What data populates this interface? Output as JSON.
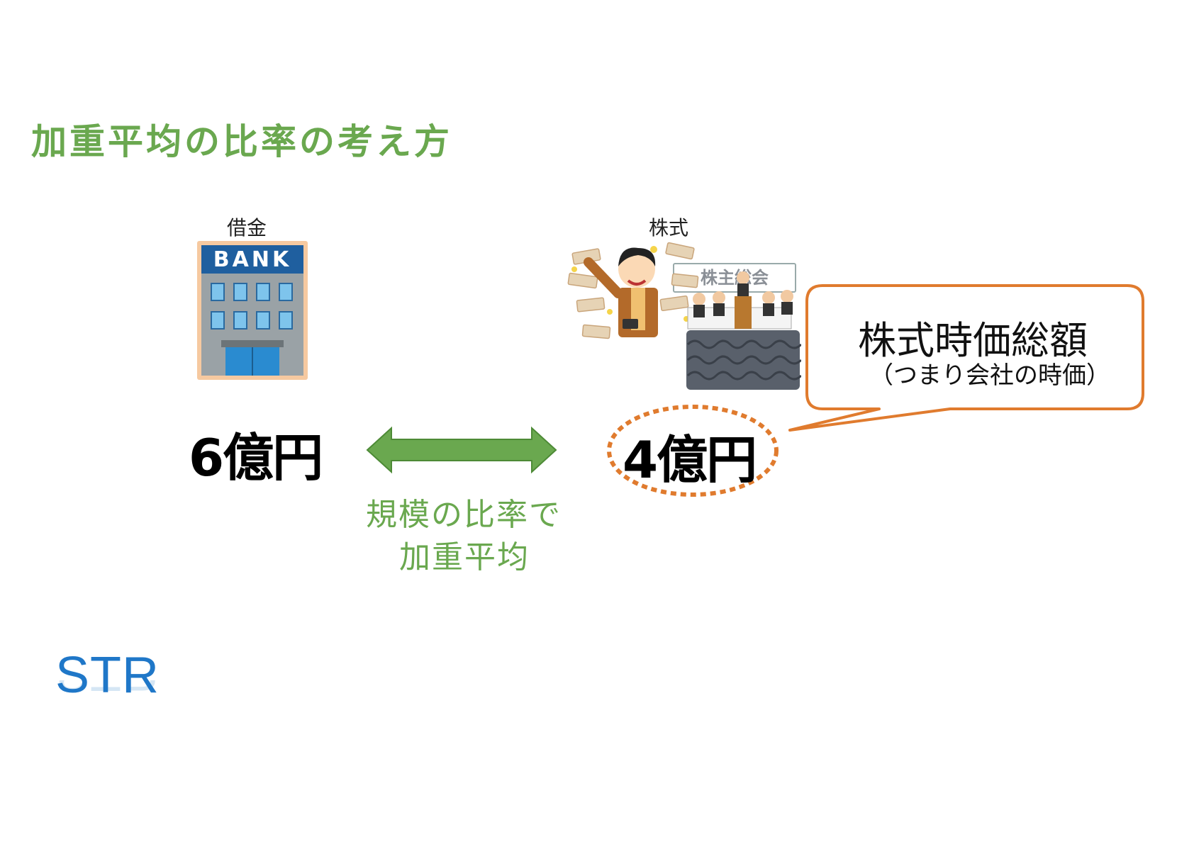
{
  "title": "加重平均の比率の考え方",
  "debt": {
    "caption": "借金",
    "amount": "6億円",
    "bank_sign": "BANK"
  },
  "equity": {
    "caption": "株式",
    "amount": "4億円",
    "meeting_sign": "株主総会"
  },
  "arrow_label": {
    "line1": "規模の比率で",
    "line2": "加重平均"
  },
  "callout": {
    "title": "株式時価総額",
    "subtitle": "（つまり会社の時価）"
  },
  "logo": "STR",
  "colors": {
    "accent_green": "#6aa84f",
    "callout_orange": "#e07b2e",
    "logo_blue": "#1f77c8"
  }
}
